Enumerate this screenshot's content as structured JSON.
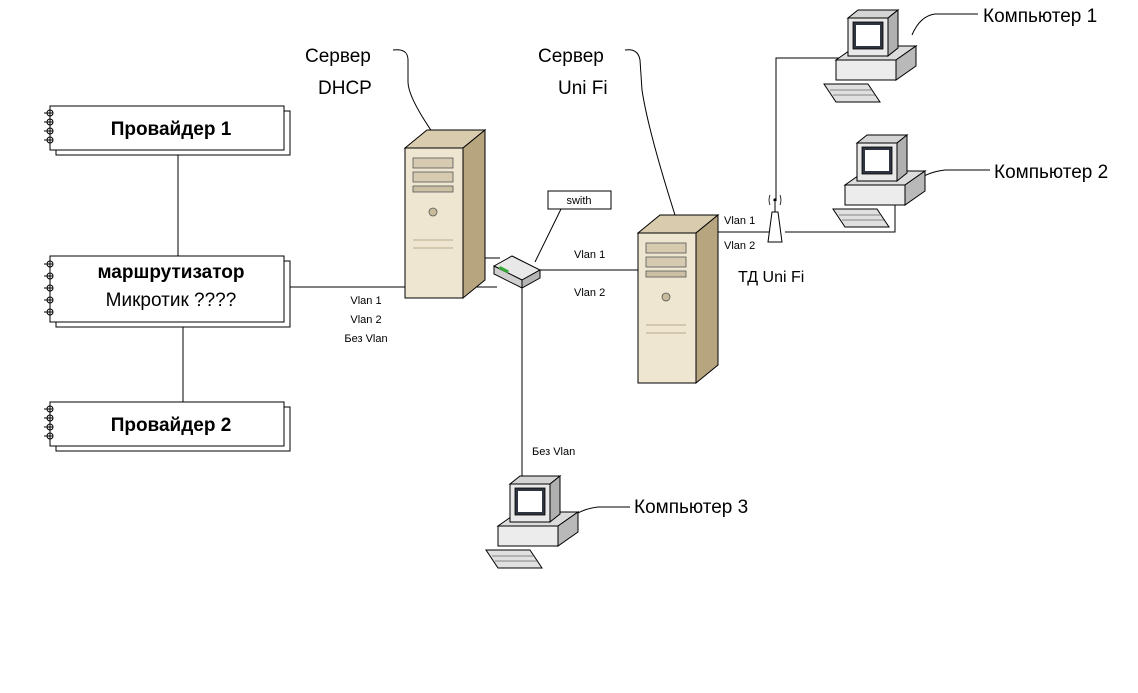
{
  "nodes": {
    "provider1": {
      "label": "Провайдер 1"
    },
    "router": {
      "line1": "маршрутизатор",
      "line2": "Микротик  ????"
    },
    "provider2": {
      "label": "Провайдер 2"
    },
    "server_dhcp": {
      "line1": "Сервер",
      "line2": "DHCP",
      "icon": "server-tower-icon"
    },
    "server_unifi": {
      "line1": "Сервер",
      "line2": "Uni Fi",
      "icon": "server-tower-icon"
    },
    "switch": {
      "label": "swith",
      "icon": "network-switch-icon"
    },
    "access_point": {
      "label": "ТД Uni Fi",
      "icon": "wireless-antenna-icon"
    },
    "computer1": {
      "label": "Компьютер 1",
      "icon": "desktop-computer-icon"
    },
    "computer2": {
      "label": "Компьютер 2",
      "icon": "desktop-computer-icon"
    },
    "computer3": {
      "label": "Компьютер 3",
      "icon": "desktop-computer-icon"
    }
  },
  "links": {
    "router_switch": [
      "Vlan 1",
      "Vlan 2",
      "Без Vlan"
    ],
    "switch_server": [
      "Vlan 1",
      "Vlan 2"
    ],
    "server_ap": [
      "Vlan 1",
      "Vlan 2"
    ],
    "switch_computer3": [
      "Без Vlan"
    ]
  },
  "colors": {
    "line": "#000000",
    "server_front": "#efe6d2",
    "server_side": "#b7a57f",
    "monitor_frame": "#e9e9e9",
    "screen": "#2e3440",
    "switch_body": "#e8e8e8",
    "switch_led": "#33aa33"
  }
}
